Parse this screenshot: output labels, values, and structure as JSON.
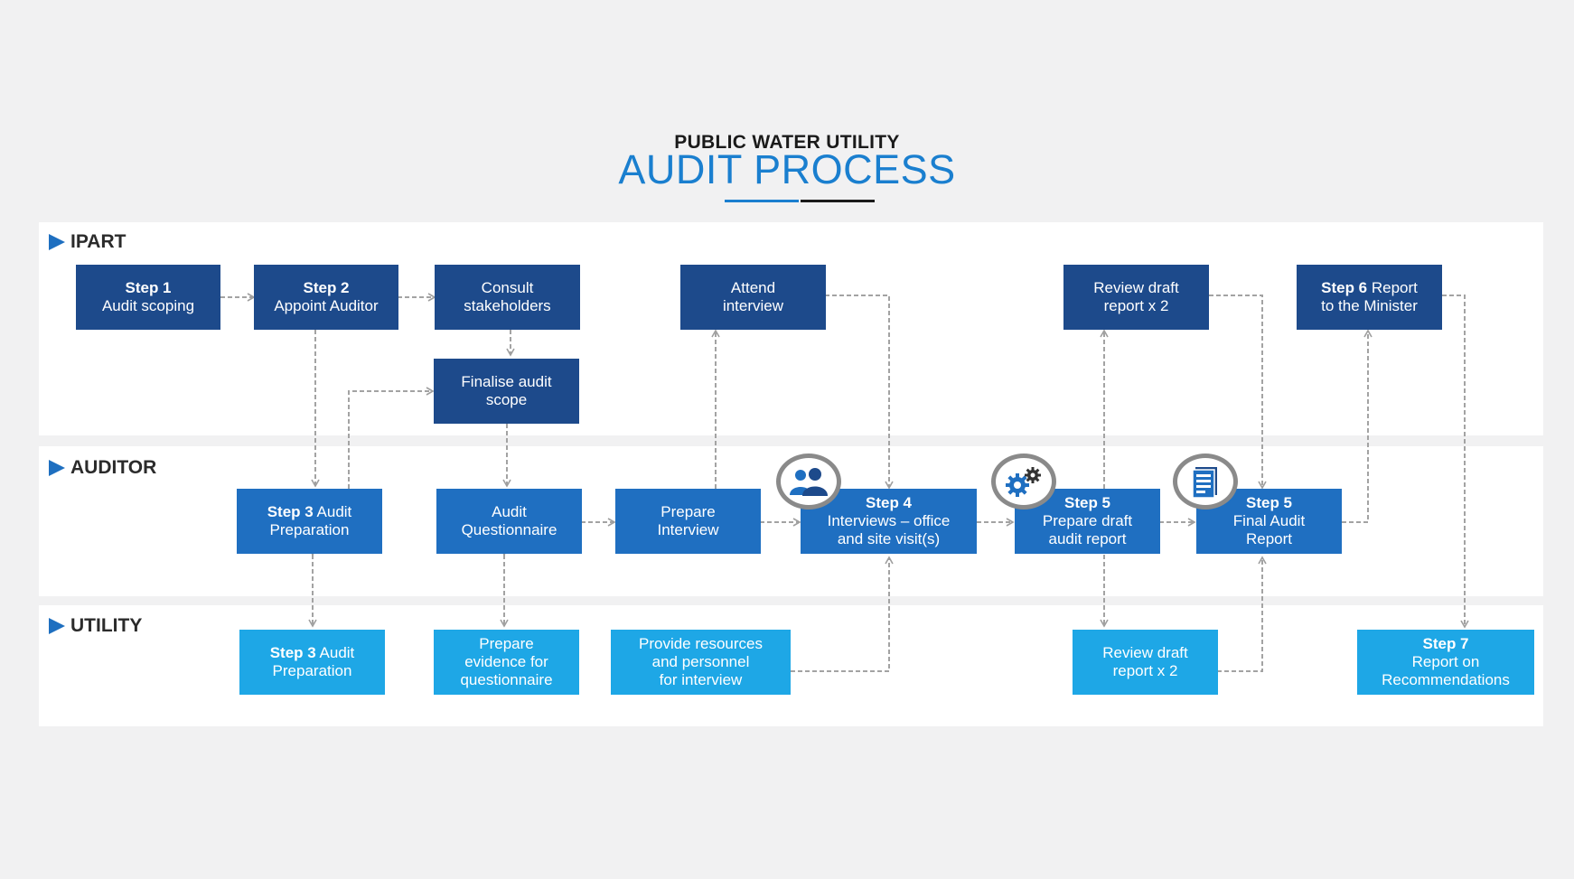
{
  "header": {
    "subtitle": "PUBLIC WATER UTILITY",
    "title": "AUDIT PROCESS"
  },
  "colors": {
    "ipart": "#1d4a8b",
    "auditor": "#1f6fc1",
    "utility": "#1ea7e6",
    "title_blue": "#1a7fcf",
    "connector": "#9e9e9e"
  },
  "lanes": {
    "ipart": "IPART",
    "auditor": "AUDITOR",
    "utility": "UTILITY"
  },
  "boxes": {
    "step1": {
      "bold": "Step 1",
      "text": "Audit scoping"
    },
    "step2": {
      "bold": "Step 2",
      "text": "Appoint Auditor"
    },
    "consult": {
      "line1": "Consult",
      "line2": "stakeholders"
    },
    "finalise": {
      "line1": "Finalise audit",
      "line2": "scope"
    },
    "attend": {
      "line1": "Attend",
      "line2": "interview"
    },
    "review_ipart": {
      "line1": "Review draft",
      "line2": "report x 2"
    },
    "step6": {
      "bold": "Step 6",
      "text1": " Report",
      "line2": "to the Minister"
    },
    "step3_auditor": {
      "bold": "Step 3",
      "text1": " Audit",
      "line2": "Preparation"
    },
    "questionnaire": {
      "line1": "Audit",
      "line2": "Questionnaire"
    },
    "prepare_interview": {
      "line1": "Prepare",
      "line2": "Interview"
    },
    "step4": {
      "bold": "Step 4",
      "line2": "Interviews – office",
      "line3": "and site visit(s)"
    },
    "step5_draft": {
      "bold": "Step 5",
      "line2": "Prepare draft",
      "line3": "audit report"
    },
    "step5_final": {
      "bold": "Step 5",
      "line2": "Final Audit",
      "line3": "Report"
    },
    "step3_utility": {
      "bold": "Step 3",
      "text1": " Audit",
      "line2": "Preparation"
    },
    "evidence": {
      "line1": "Prepare",
      "line2": "evidence for",
      "line3": "questionnaire"
    },
    "resources": {
      "line1": "Provide resources",
      "line2": "and personnel",
      "line3": "for interview"
    },
    "review_utility": {
      "line1": "Review draft",
      "line2": "report x 2"
    },
    "step7": {
      "bold": "Step 7",
      "line2": "Report on",
      "line3": "Recommendations"
    }
  },
  "icons": [
    "people-icon",
    "gears-icon",
    "document-icon"
  ]
}
